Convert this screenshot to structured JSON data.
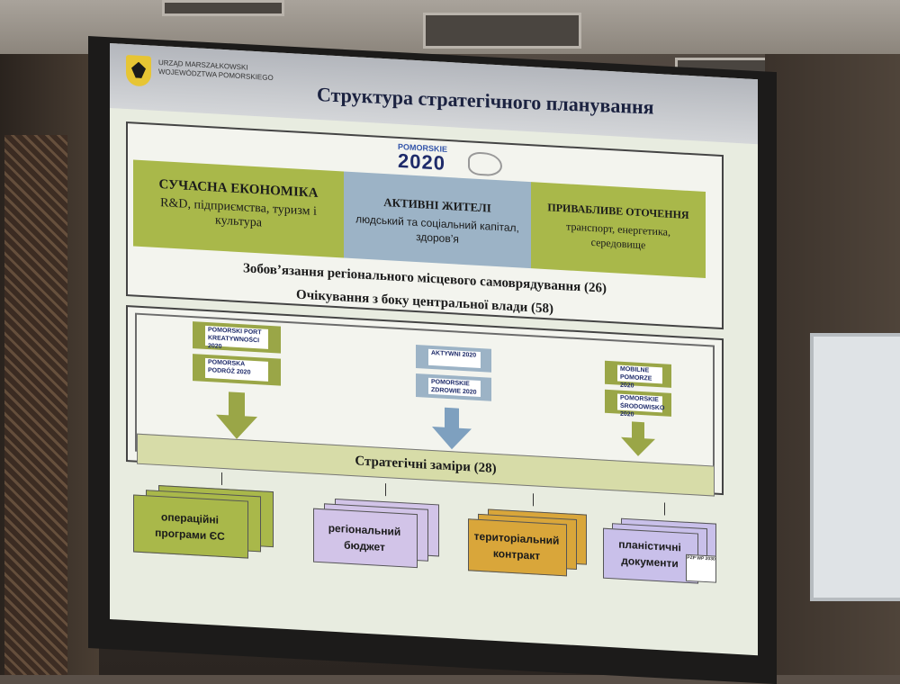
{
  "slide": {
    "office_name_line1": "URZĄD MARSZAŁKOWSKI",
    "office_name_line2": "WOJEWÓDZTWA POMORSKIEGO",
    "title": "Структура стратегічного планування",
    "logo": {
      "top": "POMORSKIE",
      "main": "2020"
    },
    "pillars": [
      {
        "heading": "СУЧАСНА ЕКОНОМІКА",
        "text": "R&D, підприємства, туризм і культура",
        "color": "#a9b84a"
      },
      {
        "heading": "АКТИВНІ ЖИТЕЛІ",
        "text": "людський та соціальний капітал, здоров’я",
        "color": "#9cb3c6"
      },
      {
        "heading": "ПРИВАБЛИВЕ ОТОЧЕННЯ",
        "text": "транспорт, енергетика, середовище",
        "color": "#a9b84a"
      }
    ],
    "commitment": "Зобов’язання регіонального місцевого самоврядування (26)",
    "expectations": "Очікування з боку центральної влади (58)",
    "programs": {
      "left": [
        "POMORSKI PORT KREATYWNOŚCI 2020",
        "POMORSKA PODRÓŻ 2020"
      ],
      "center": [
        "AKTYWNI 2020",
        "POMORSKIE ZDROWIE 2020"
      ],
      "right": [
        "MOBILNE POMORZE 2020",
        "POMORSKIE ŚRODOWISKO 2020"
      ]
    },
    "measures": "Стратегічні заміри (28)",
    "documents": [
      {
        "label_line1": "операційні",
        "label_line2": "програми ЄС",
        "color": "#a9b84a"
      },
      {
        "label_line1": "регіональний",
        "label_line2": "бюджет",
        "color": "#d2c4e8"
      },
      {
        "label_line1": "територіальний",
        "label_line2": "контракт",
        "color": "#d9a63a"
      },
      {
        "label_line1": "планістичні",
        "label_line2": "документи",
        "color": "#c9c0ea"
      }
    ],
    "small_doc_label": "PZP WP 2030"
  }
}
